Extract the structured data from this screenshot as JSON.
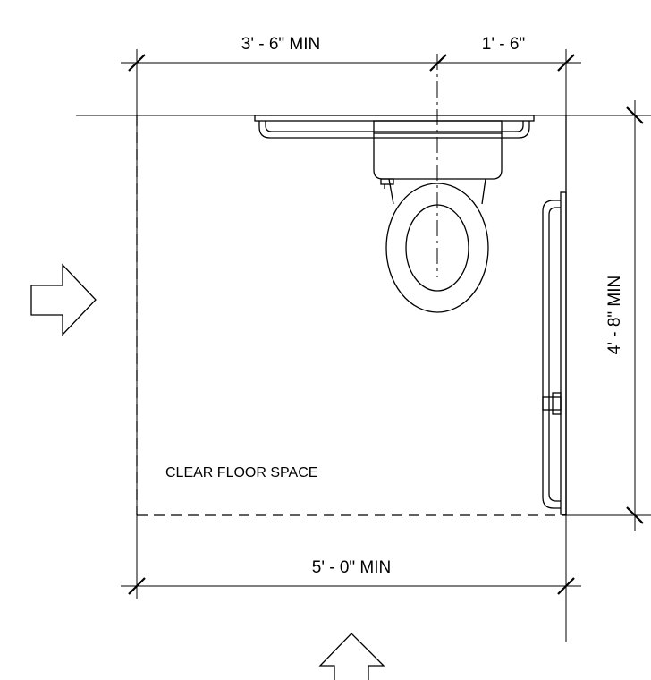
{
  "dimensions": {
    "top_left": "3' - 6\" MIN",
    "top_right": "1' - 6\"",
    "right": "4' - 8\" MIN",
    "bottom": "5' - 0\" MIN"
  },
  "area_label": "CLEAR FLOOR SPACE"
}
